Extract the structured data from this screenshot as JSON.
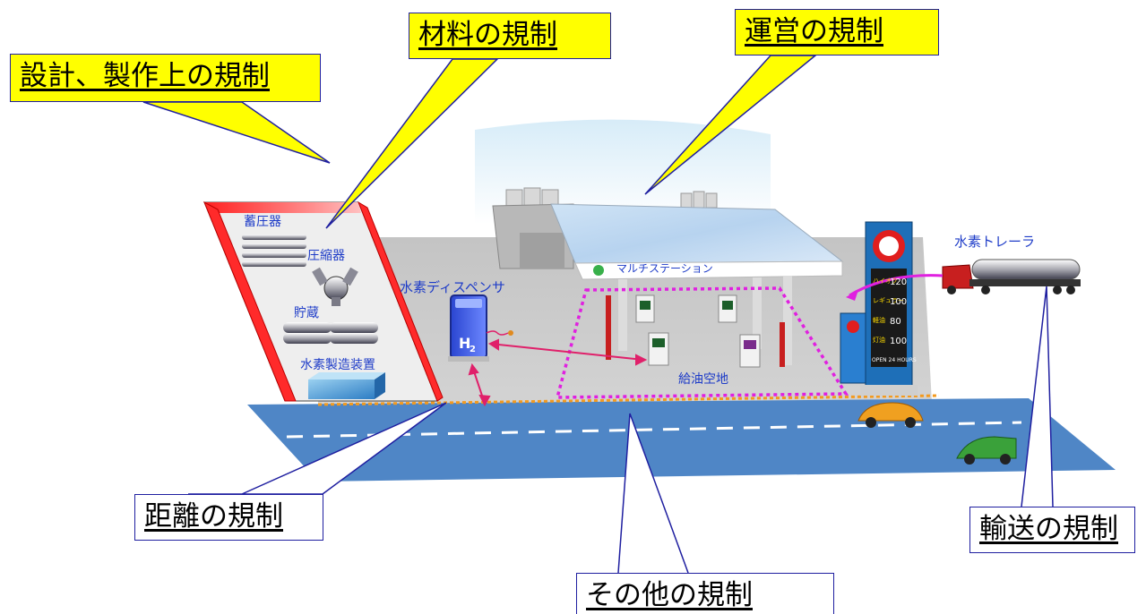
{
  "callouts": {
    "design": "設計、製作上の規制",
    "material": "材料の規制",
    "operation": "運営の規制",
    "distance": "距離の規制",
    "transport": "輸送の規制",
    "other": "その他の規制"
  },
  "equipment_labels": {
    "accumulator": "蓄圧器",
    "compressor": "圧縮器",
    "storage": "貯蔵",
    "generator": "水素製造装置",
    "dispenser": "水素ディスペンサ",
    "dispenser_symbol": "H",
    "dispenser_subscript": "2",
    "trailer": "水素トレーラ",
    "station": "マルチステーション",
    "refuel_area": "給油空地"
  },
  "price_sign": {
    "rows": [
      {
        "name": "ハイオク",
        "price": "120"
      },
      {
        "name": "レギュラー",
        "price": "100"
      },
      {
        "name": "軽油",
        "price": "80"
      },
      {
        "name": "灯油",
        "price": "100"
      }
    ],
    "open_label": "OPEN 24 HOURS"
  },
  "colors": {
    "callout_yellow": "#ffff00",
    "callout_border": "#1f1fa0",
    "road": "#4f86c6",
    "dotted_boundary": "#e020e0",
    "distance_arrow": "#e0206a",
    "ground": "#c9c9c9"
  }
}
